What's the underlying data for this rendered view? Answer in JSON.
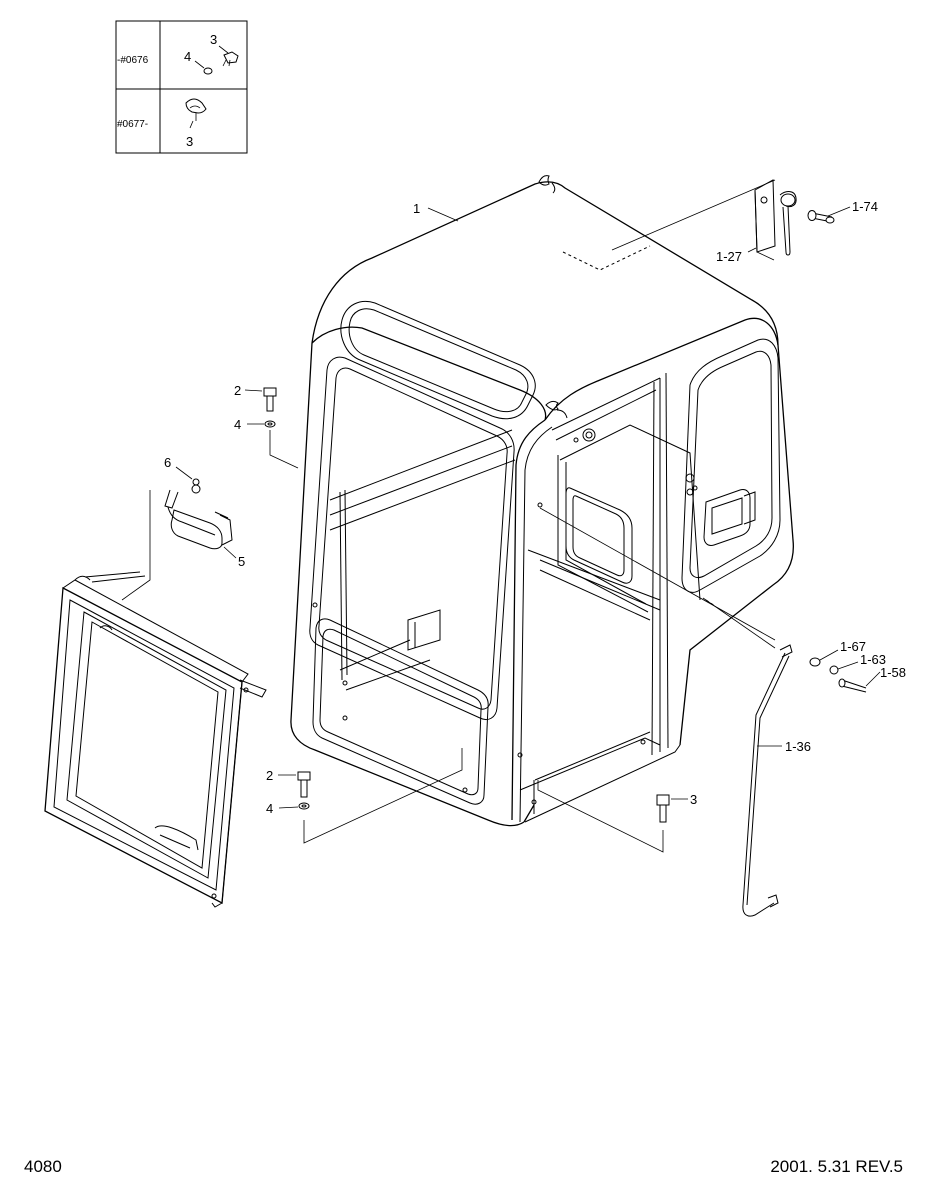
{
  "serial_table": {
    "rows": [
      {
        "range": "-#0676",
        "parts": [
          "3",
          "4"
        ]
      },
      {
        "range": "#0677-",
        "parts": [
          "3"
        ]
      }
    ]
  },
  "callouts": {
    "p1": "1",
    "p1_74": "1-74",
    "p1_27": "1-27",
    "p2a": "2",
    "p4a": "4",
    "p6": "6",
    "p5": "5",
    "p1_67": "1-67",
    "p1_63": "1-63",
    "p1_58": "1-58",
    "p1_36": "1-36",
    "p2b": "2",
    "p4b": "4",
    "p3": "3"
  },
  "footer": {
    "page_number": "4080",
    "revision": "2001. 5.31  REV.5"
  }
}
